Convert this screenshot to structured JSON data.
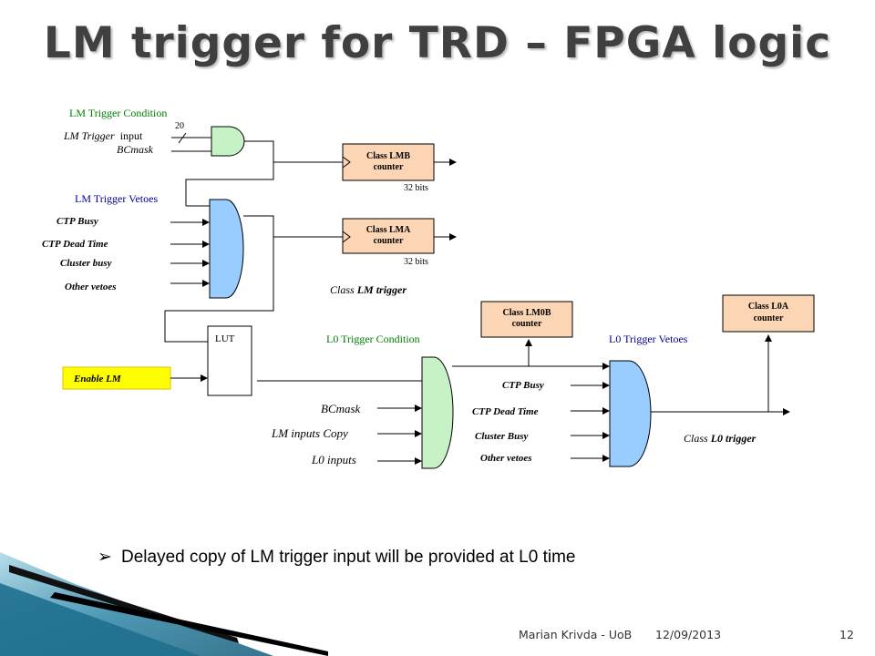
{
  "slide": {
    "title": "LM trigger for TRD – FPGA logic",
    "bullet_marker": "➢",
    "bullet_text": "Delayed copy of LM trigger input will be provided at L0 time"
  },
  "footer": {
    "author": "Marian Krivda - UoB",
    "date": "12/09/2013",
    "page": "12"
  },
  "diagram": {
    "lm_condition": {
      "heading": "LM Trigger Condition",
      "bus_width": "20",
      "input_italic": "LM Trigger",
      "input_plain": "input",
      "bcmask": "BCmask"
    },
    "counters": {
      "lmb": {
        "line1": "Class LMB",
        "line2": "counter",
        "bits": "32 bits"
      },
      "lma": {
        "line1": "Class LMA",
        "line2": "counter",
        "bits": "32 bits"
      },
      "lm0b": {
        "line1": "Class LM0B",
        "line2": "counter"
      },
      "l0a": {
        "line1": "Class L0A",
        "line2": "counter"
      }
    },
    "lm_vetoes": {
      "heading": "LM Trigger Vetoes",
      "items": [
        "CTP  Busy",
        "CTP Dead Time",
        "Cluster busy",
        "Other vetoes"
      ]
    },
    "class_lm_trigger": {
      "plain": "Class ",
      "italic": "LM trigger"
    },
    "lut_label": "LUT",
    "enable_lm": "Enable LM",
    "l0_condition": {
      "heading": "L0 Trigger Condition",
      "inputs": [
        "BCmask",
        "LM inputs Copy",
        "L0 inputs"
      ]
    },
    "l0_vetoes": {
      "heading": "L0 Trigger Vetoes",
      "items": [
        "CTP  Busy",
        "CTP  Dead Time",
        "Cluster  Busy",
        "Other vetoes"
      ]
    },
    "class_l0_trigger": {
      "plain": "Class ",
      "italic": "L0 trigger"
    },
    "colors": {
      "green_gate": "#c6f2c6",
      "blue_gate": "#99ccff",
      "counter_fill": "#fcd5b4",
      "enable_fill": "#ffff00",
      "heading_green": "#008000",
      "heading_blue": "#000099",
      "title_text": "#404040",
      "teal_stripe": "#2e86a6"
    }
  }
}
